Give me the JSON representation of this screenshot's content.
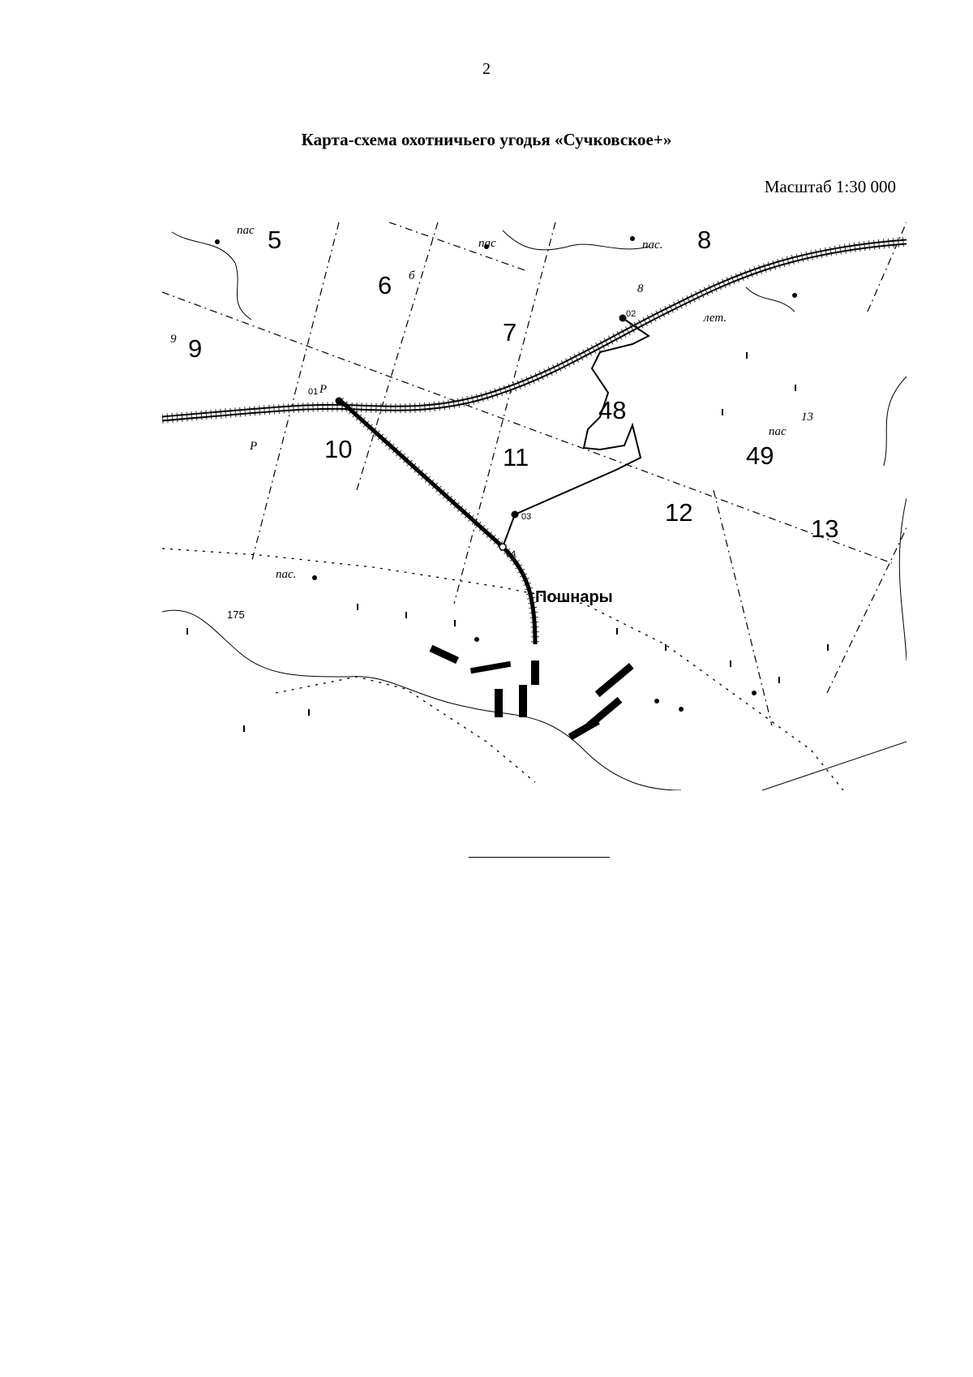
{
  "page_number": "2",
  "title": "Карта-схема охотничьего угодья «Сучковское+»",
  "scale": "Масштаб 1:30 000",
  "map": {
    "block_labels": [
      {
        "text": "5"
      },
      {
        "text": "6"
      },
      {
        "text": "7"
      },
      {
        "text": "8"
      },
      {
        "text": "9"
      },
      {
        "text": "10"
      },
      {
        "text": "11"
      },
      {
        "text": "12"
      },
      {
        "text": "13"
      },
      {
        "text": "48"
      },
      {
        "text": "49"
      }
    ],
    "small_labels": [
      {
        "text": "пас"
      },
      {
        "text": "пас"
      },
      {
        "text": "пас."
      },
      {
        "text": "пас."
      },
      {
        "text": "пас"
      },
      {
        "text": "лет."
      },
      {
        "text": "б"
      },
      {
        "text": "8"
      },
      {
        "text": "9"
      },
      {
        "text": "Р"
      },
      {
        "text": "Р"
      },
      {
        "text": "13"
      }
    ],
    "points": [
      {
        "text": "01"
      },
      {
        "text": "02"
      },
      {
        "text": "03"
      },
      {
        "text": "04"
      }
    ],
    "settlement": "Пошнары",
    "elevation": "175"
  }
}
